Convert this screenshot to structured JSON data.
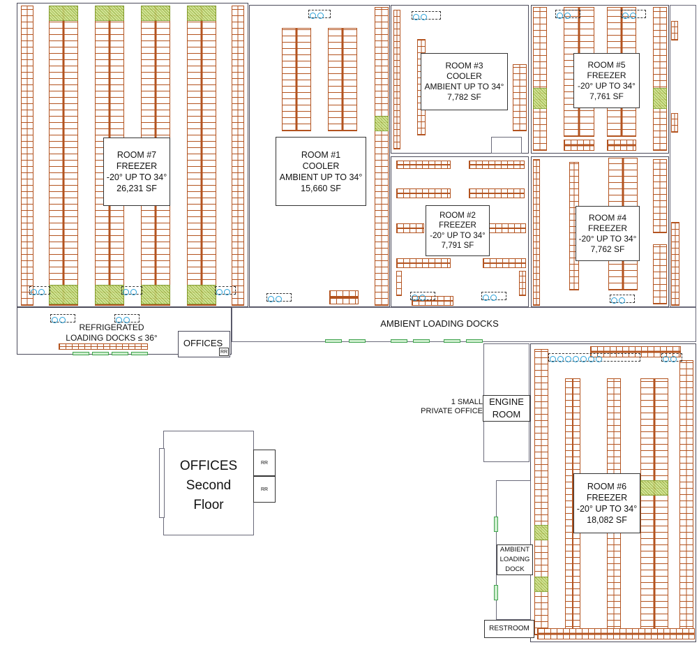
{
  "rooms": {
    "room7": {
      "name": "ROOM #7",
      "type": "FREEZER",
      "temp": "-20° UP TO 34°",
      "area": "26,231 SF"
    },
    "room1": {
      "name": "ROOM #1",
      "type": "COOLER",
      "temp": "AMBIENT UP TO 34°",
      "area": "15,660 SF"
    },
    "room3": {
      "name": "ROOM #3",
      "type": "COOLER",
      "temp": "AMBIENT UP TO 34°",
      "area": "7,782 SF"
    },
    "room5": {
      "name": "ROOM #5",
      "type": "FREEZER",
      "temp": "-20° UP TO 34°",
      "area": "7,761 SF"
    },
    "room2": {
      "name": "ROOM #2",
      "type": "FREEZER",
      "temp": "-20° UP TO 34°",
      "area": "7,791 SF"
    },
    "room4": {
      "name": "ROOM #4",
      "type": "FREEZER",
      "temp": "-20° UP TO 34°",
      "area": "7,762 SF"
    },
    "room6": {
      "name": "ROOM #6",
      "type": "FREEZER",
      "temp": "-20° UP TO 34°",
      "area": "18,082 SF"
    }
  },
  "areas": {
    "ambient_loading_docks": "AMBIENT LOADING DOCKS",
    "refrigerated_docks_line1": "REFRIGERATED",
    "refrigerated_docks_line2": "LOADING DOCKS ≤ 36°",
    "offices": "OFFICES",
    "offices_rr": "RR",
    "second_floor_line1": "OFFICES",
    "second_floor_line2": "Second",
    "second_floor_line3": "Floor",
    "second_floor_rr1": "RR",
    "second_floor_rr2": "RR",
    "engine_room_line1": "ENGINE",
    "engine_room_line2": "ROOM",
    "private_office_line1": "1 SMALL",
    "private_office_line2": "PRIVATE OFFICE",
    "ambient_dock_line1": "AMBIENT",
    "ambient_dock_line2": "LOADING",
    "ambient_dock_line3": "DOCK",
    "restroom": "RESTROOM"
  },
  "colors": {
    "rack": "#b3531f",
    "wall": "#4a4a5a",
    "door": "#3fa34d",
    "evaporator": "#28a0d8",
    "hatched_area": "#8fb03a"
  }
}
